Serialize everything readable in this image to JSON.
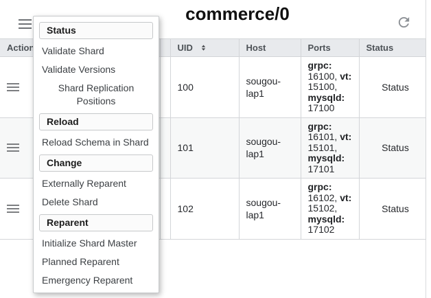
{
  "header": {
    "title": "commerce/0"
  },
  "icons": {
    "top_left": "hamburger-menu",
    "refresh": "circular-refresh-arrow",
    "row_actions": "hamburger-menu",
    "uid_sort": "sort-up-down-triangles"
  },
  "menu": {
    "sections": [
      {
        "label": "Status",
        "items": [
          "Validate Shard",
          "Validate Versions",
          "Shard Replication Positions"
        ]
      },
      {
        "label": "Reload",
        "items": [
          "Reload Schema in Shard"
        ]
      },
      {
        "label": "Change",
        "items": [
          "Externally Reparent",
          "Delete Shard"
        ]
      },
      {
        "label": "Reparent",
        "items": [
          "Initialize Shard Master",
          "Planned Reparent",
          "Emergency Reparent"
        ]
      }
    ]
  },
  "table": {
    "columns": [
      "Actions",
      "",
      "UID",
      "Host",
      "Ports",
      "Status"
    ],
    "rows": [
      {
        "uid": "100",
        "host": "sougou-lap1",
        "status": "Status",
        "ports": {
          "grpc_label": "grpc:",
          "grpc_value": "16100,",
          "vt_label": "vt:",
          "vt_value": "15100,",
          "mysqld_label": "mysqld:",
          "mysqld_value": "17100"
        }
      },
      {
        "uid": "101",
        "host": "sougou-lap1",
        "status": "Status",
        "ports": {
          "grpc_label": "grpc:",
          "grpc_value": "16101,",
          "vt_label": "vt:",
          "vt_value": "15101,",
          "mysqld_label": "mysqld:",
          "mysqld_value": "17101"
        }
      },
      {
        "uid": "102",
        "host": "sougou-lap1",
        "status": "Status",
        "ports": {
          "grpc_label": "grpc:",
          "grpc_value": "16102,",
          "vt_label": "vt:",
          "vt_value": "15102,",
          "mysqld_label": "mysqld:",
          "mysqld_value": "17102"
        }
      }
    ]
  },
  "colors": {
    "table_header_bg": "#e8eaed",
    "row_alt_bg": "#f7f8f8",
    "border": "#d3d5d8",
    "icon_gray": "#6f7276",
    "menu_section_bg": "#fbfbfb"
  }
}
